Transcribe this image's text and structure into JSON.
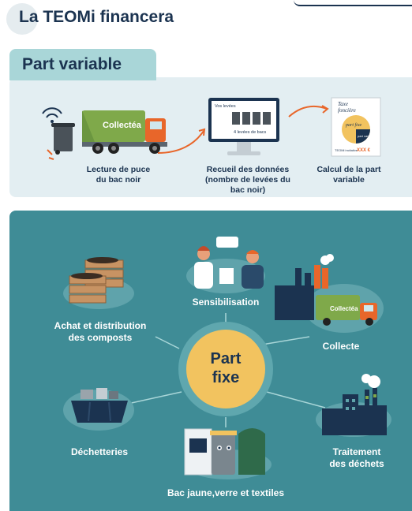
{
  "header": {
    "title": "La TEOMi financera"
  },
  "part_variable": {
    "tab_label": "Part variable",
    "truck_brand": "Collectéa",
    "screen_title": "Vos levées",
    "screen_count": "4 levées de bacs",
    "steps": [
      {
        "label_line1": "Lecture de puce",
        "label_line2": "du bac noir",
        "label_line3": ""
      },
      {
        "label_line1": "Recueil des données",
        "label_line2": "(nombre de levées du",
        "label_line3": "bac noir)"
      },
      {
        "label_line1": "Calcul de la part",
        "label_line2": "variable",
        "label_line3": ""
      }
    ],
    "doc": {
      "line1": "Taxe",
      "line2": "foncière",
      "fixed": "part fixe",
      "variable": "part variable",
      "footer_left": "TEOMi incitative",
      "footer_right": "XXX €"
    }
  },
  "part_fixe": {
    "center_line1": "Part",
    "center_line2": "fixe",
    "truck_brand": "Collectéa",
    "items": {
      "sensibilisation": "Sensibilisation",
      "collecte": "Collecte",
      "traitement_line1": "Traitement",
      "traitement_line2": "des déchets",
      "bac_jaune": "Bac jaune,verre et textiles",
      "decheteries": "Déchetteries",
      "composts_line1": "Achat et distribution",
      "composts_line2": "des composts"
    }
  },
  "colors": {
    "navy": "#1b3350",
    "teal_panel": "#3f8c96",
    "light_panel": "#e3eef2",
    "tab": "#a9d6d8",
    "accent_orange": "#e8662a",
    "center_yellow": "#f2c35f",
    "truck_green": "#7fa94a"
  }
}
